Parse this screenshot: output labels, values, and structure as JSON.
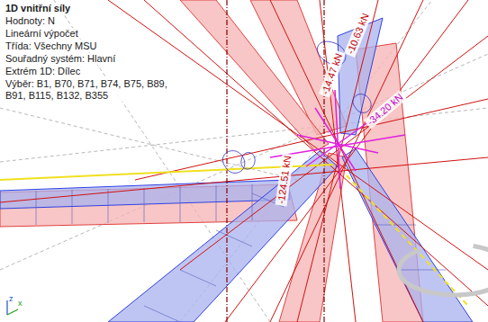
{
  "diagram": {
    "title": "1D vnitřní síly",
    "labels": [
      "Hodnoty: N",
      "Lineární výpočet",
      "Třída: Všechny MSU",
      "Souřadný systém: Hlavní",
      "Extrém 1D: Dílec",
      "Výběr: B1, B70, B71, B74, B75, B89, B91, B115, B132, B355",
      "-10.63 kN",
      "-14.47 kN",
      "-34.20 kN",
      "-124.51 kN",
      "z",
      "x"
    ]
  }
}
